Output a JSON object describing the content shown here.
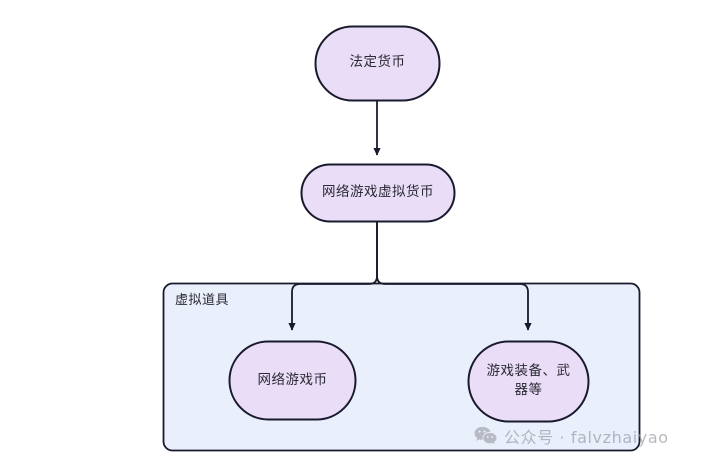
{
  "diagram": {
    "type": "flowchart",
    "direction": "top-down",
    "background_color": "#ffffff",
    "node_fill": "#e9ddf8",
    "node_stroke": "#1a1a2e",
    "group_fill": "#eaeffc",
    "group_stroke": "#1a1a2e",
    "edge_color": "#1a1a2e",
    "text_color": "#2a2a33",
    "nodes": [
      {
        "id": "fiat",
        "label": "法定货币"
      },
      {
        "id": "virtual_currency",
        "label": "网络游戏虚拟货币"
      },
      {
        "id": "game_coin",
        "label": "网络游戏币"
      },
      {
        "id": "game_items",
        "label": "游戏装备、武\n器等"
      }
    ],
    "group": {
      "id": "virtual_props",
      "label": "虚拟道具",
      "members": [
        "game_coin",
        "game_items"
      ]
    },
    "edges": [
      {
        "from": "fiat",
        "to": "virtual_currency",
        "arrow": "filled-triangle"
      },
      {
        "from": "virtual_currency",
        "to": "game_coin",
        "arrow": "filled-triangle"
      },
      {
        "from": "virtual_currency",
        "to": "game_items",
        "arrow": "filled-triangle"
      }
    ]
  },
  "watermark": {
    "icon": "wechat-icon",
    "text": "公众号 · falvzhaiyao",
    "color": "#8f8f99"
  }
}
